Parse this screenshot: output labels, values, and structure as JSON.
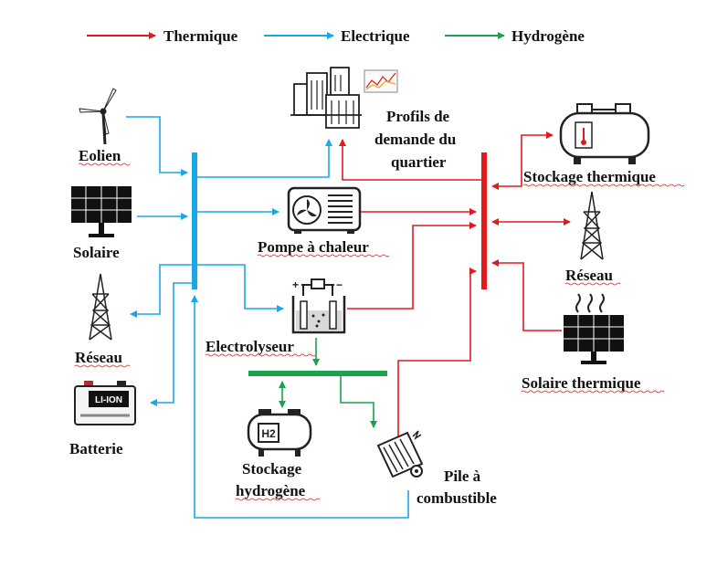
{
  "colors": {
    "thermique": "#e31a1c",
    "electrique": "#1aa7e8",
    "hydrogene": "#1aa34a"
  },
  "legend": {
    "thermique": "Thermique",
    "electrique": "Electrique",
    "hydrogene": "Hydrogène"
  },
  "nodes": {
    "eolien": "Eolien",
    "solaire": "Solaire",
    "reseau_elec": "Réseau",
    "batterie": "Batterie",
    "batterie_badge": "LI-ION",
    "pompe": "Pompe à chaleur",
    "electrolyseur": "Electrolyseur",
    "stockage_h2_line1": "Stockage",
    "stockage_h2_line2": "hydrogène",
    "h2_badge": "H2",
    "pile_line1": "Pile à",
    "pile_line2": "combustible",
    "profils_line1": "Profils de",
    "profils_line2": "demande du",
    "profils_line3": "quartier",
    "stockage_thermique": "Stockage thermique",
    "reseau_therm": "Réseau",
    "solaire_thermique": "Solaire thermique"
  }
}
